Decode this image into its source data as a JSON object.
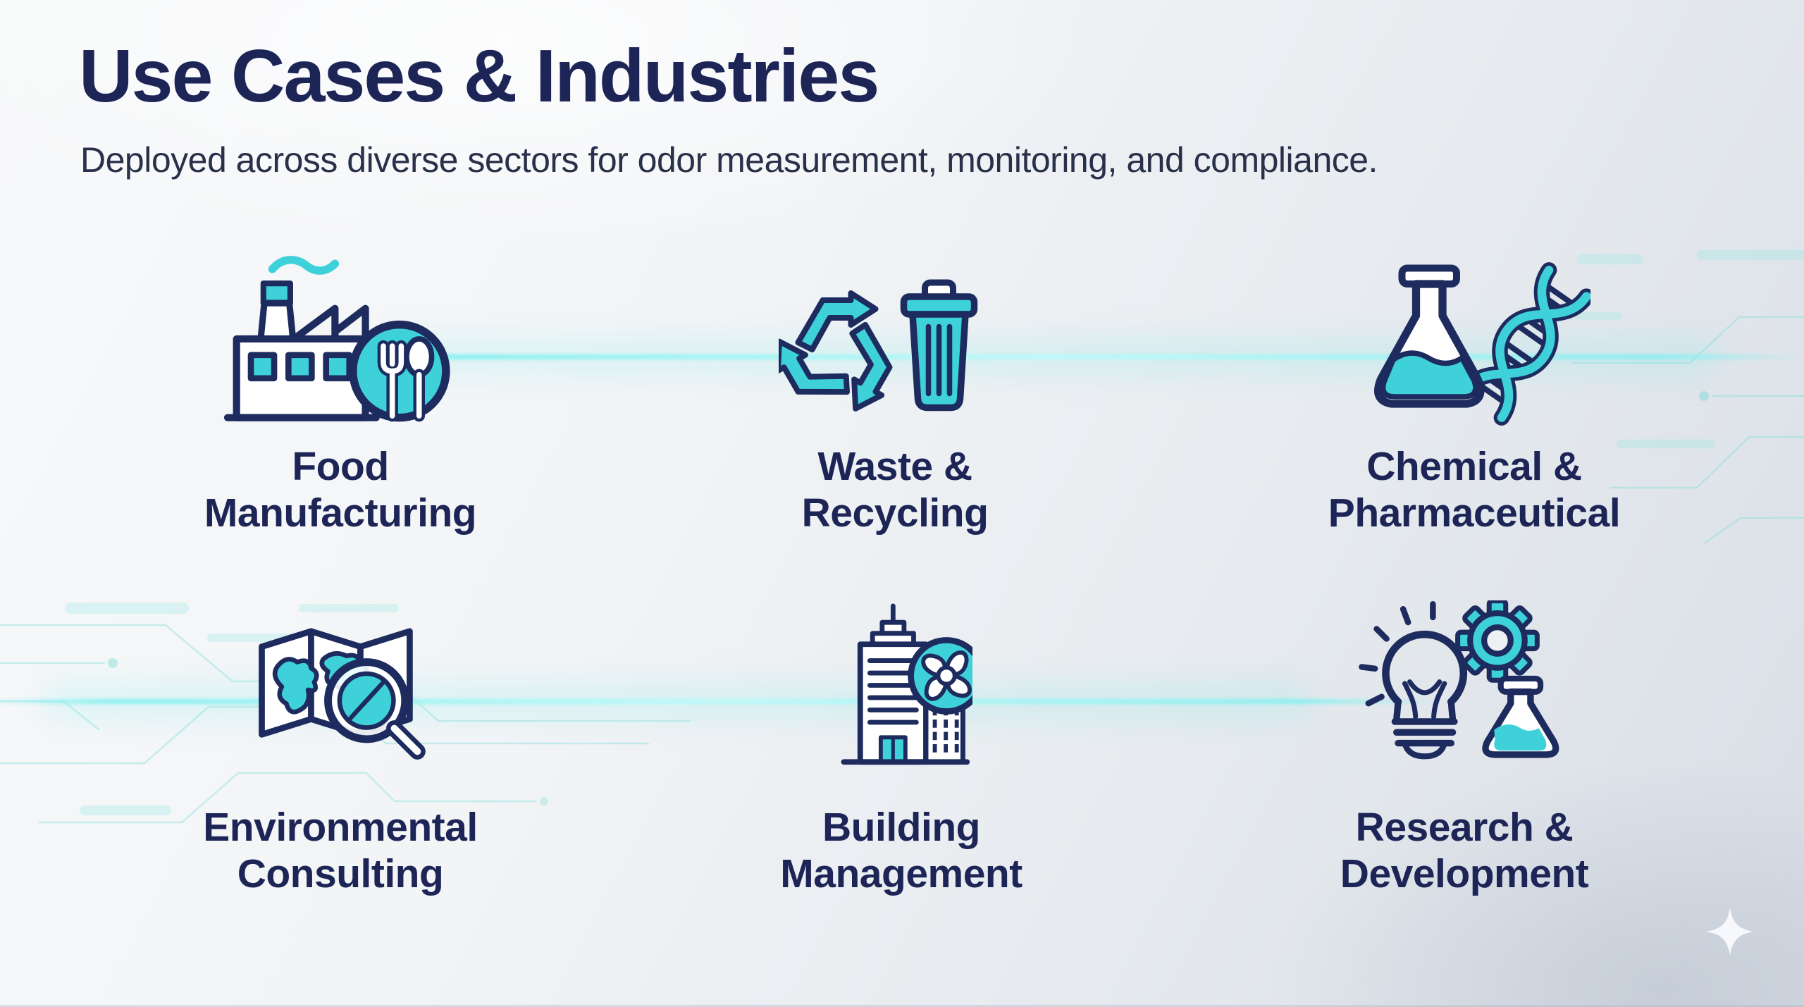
{
  "slide": {
    "title": "Use Cases & Industries",
    "subtitle": "Deployed across diverse sectors for odor measurement, monitoring, and compliance."
  },
  "industries": [
    {
      "line1": "Food",
      "line2": "Manufacturing",
      "icon": "factory-food-icon"
    },
    {
      "line1": "Waste &",
      "line2": "Recycling",
      "icon": "recycle-trash-icon"
    },
    {
      "line1": "Chemical &",
      "line2": "Pharmaceutical",
      "icon": "flask-dna-icon"
    },
    {
      "line1": "Environmental",
      "line2": "Consulting",
      "icon": "map-compass-icon"
    },
    {
      "line1": "Building",
      "line2": "Management",
      "icon": "building-fan-icon"
    },
    {
      "line1": "Research &",
      "line2": "Development",
      "icon": "bulb-gear-flask-icon"
    }
  ],
  "colors": {
    "teal": "#3ED1D9",
    "navy": "#1D2B5E",
    "text_navy": "#1D2557",
    "subtitle_color": "#293049",
    "glow_cyan": "#7EF0F0",
    "circuit_teal": "#79DCD6"
  },
  "decor": {
    "sparkle": "sparkle-icon"
  }
}
